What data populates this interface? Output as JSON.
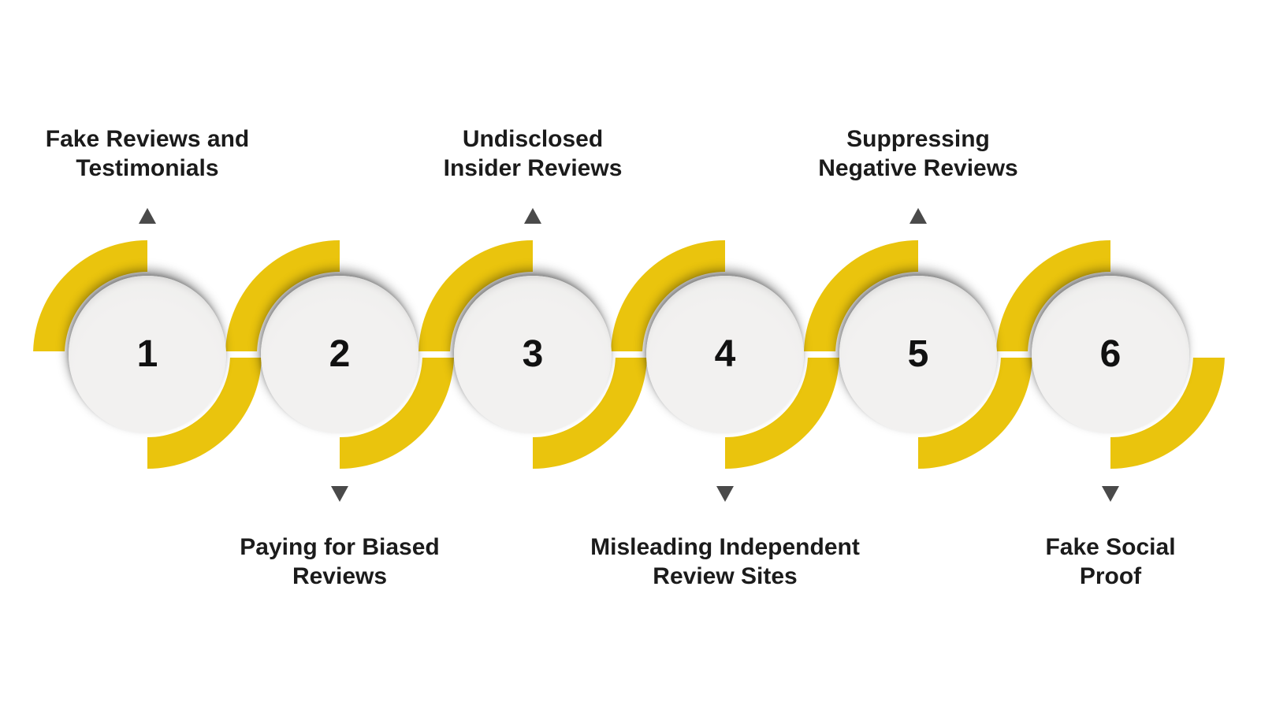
{
  "figure": {
    "background": "#ffffff",
    "accent_yellow": "#EAC40D",
    "triangle_color": "#4a4a4a",
    "text_color": "#1b1b1b",
    "circle_fill": "#f2f1f0",
    "number_color": "#111111"
  },
  "steps": [
    {
      "number": "1",
      "label_line1": "Fake Reviews and",
      "label_line2": "Testimonials",
      "label_position": "top"
    },
    {
      "number": "2",
      "label_line1": "Paying for Biased",
      "label_line2": "Reviews",
      "label_position": "bottom"
    },
    {
      "number": "3",
      "label_line1": "Undisclosed",
      "label_line2": "Insider Reviews",
      "label_position": "top"
    },
    {
      "number": "4",
      "label_line1": "Misleading Independent",
      "label_line2": "Review Sites",
      "label_position": "bottom"
    },
    {
      "number": "5",
      "label_line1": "Suppressing",
      "label_line2": "Negative Reviews",
      "label_position": "top"
    },
    {
      "number": "6",
      "label_line1": "Fake Social",
      "label_line2": "Proof",
      "label_position": "bottom"
    }
  ]
}
